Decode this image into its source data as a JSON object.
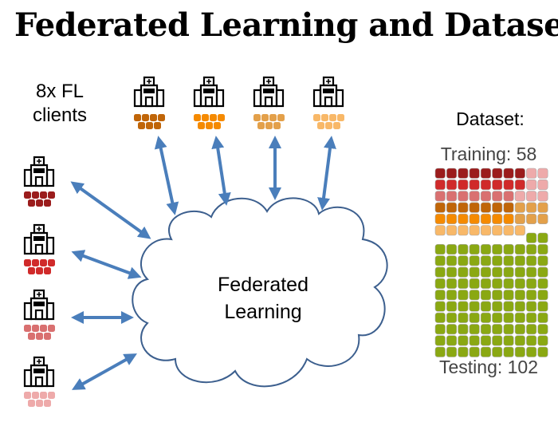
{
  "title": "Federated Learning and Dataset",
  "clients_label": [
    "8x FL",
    "clients"
  ],
  "cloud_label": [
    "Federated",
    "Learning"
  ],
  "dataset": {
    "heading": "Dataset:",
    "training_label": "Training: 58",
    "testing_label": "Testing: 102",
    "training_count": 58,
    "testing_count": 102
  },
  "colors": {
    "arrow": "#4a7ebb",
    "cloud_stroke": "#3c5f8e",
    "testing": "#8aa812",
    "clients": [
      "#c06508",
      "#f58a00",
      "#e3a04a",
      "#f8b868",
      "#9b1c1c",
      "#d02a2a",
      "#d97070",
      "#eeaaaa"
    ]
  },
  "training_rows": [
    [
      [
        4,
        8
      ],
      [
        7,
        2
      ]
    ],
    [
      [
        5,
        8
      ],
      [
        7,
        2
      ]
    ],
    [
      [
        6,
        7
      ],
      [
        7,
        3
      ]
    ],
    [
      [
        0,
        7
      ],
      [
        2,
        3
      ]
    ],
    [
      [
        1,
        7
      ],
      [
        2,
        3
      ]
    ],
    [
      [
        3,
        8
      ]
    ]
  ]
}
